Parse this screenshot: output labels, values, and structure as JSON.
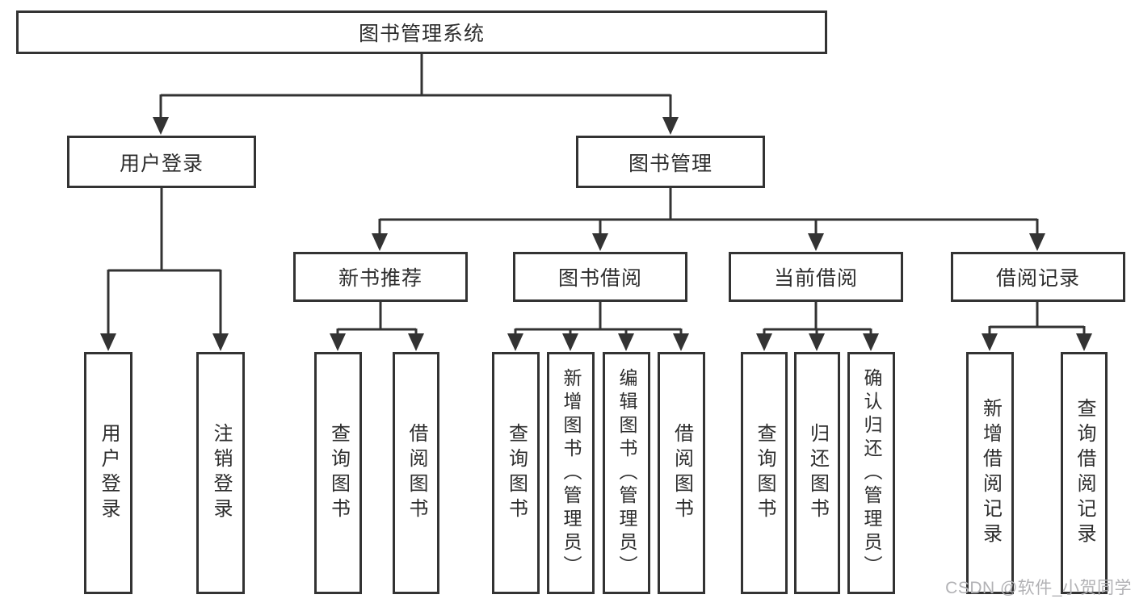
{
  "diagram_title": "图书管理系统",
  "tree": {
    "label": "图书管理系统",
    "children": [
      {
        "label": "用户登录",
        "children": [
          {
            "label": "用户登录"
          },
          {
            "label": "注销登录"
          }
        ]
      },
      {
        "label": "图书管理",
        "children": [
          {
            "label": "新书推荐",
            "children": [
              {
                "label": "查询图书"
              },
              {
                "label": "借阅图书"
              }
            ]
          },
          {
            "label": "图书借阅",
            "children": [
              {
                "label": "查询图书"
              },
              {
                "label": "新增图书（管理员）"
              },
              {
                "label": "编辑图书（管理员）"
              },
              {
                "label": "借阅图书"
              }
            ]
          },
          {
            "label": "当前借阅",
            "children": [
              {
                "label": "查询图书"
              },
              {
                "label": "归还图书"
              },
              {
                "label": "确认归还（管理员）"
              }
            ]
          },
          {
            "label": "借阅记录",
            "children": [
              {
                "label": "新增借阅记录"
              },
              {
                "label": "查询借阅记录"
              }
            ]
          }
        ]
      }
    ]
  },
  "watermark": {
    "text": "CSDN @软件_小贺同学"
  },
  "colors": {
    "line": "#333333",
    "box_border": "#333333",
    "text": "#2d2d2d",
    "watermark": "#b2b2b5",
    "background": "#ffffff"
  }
}
